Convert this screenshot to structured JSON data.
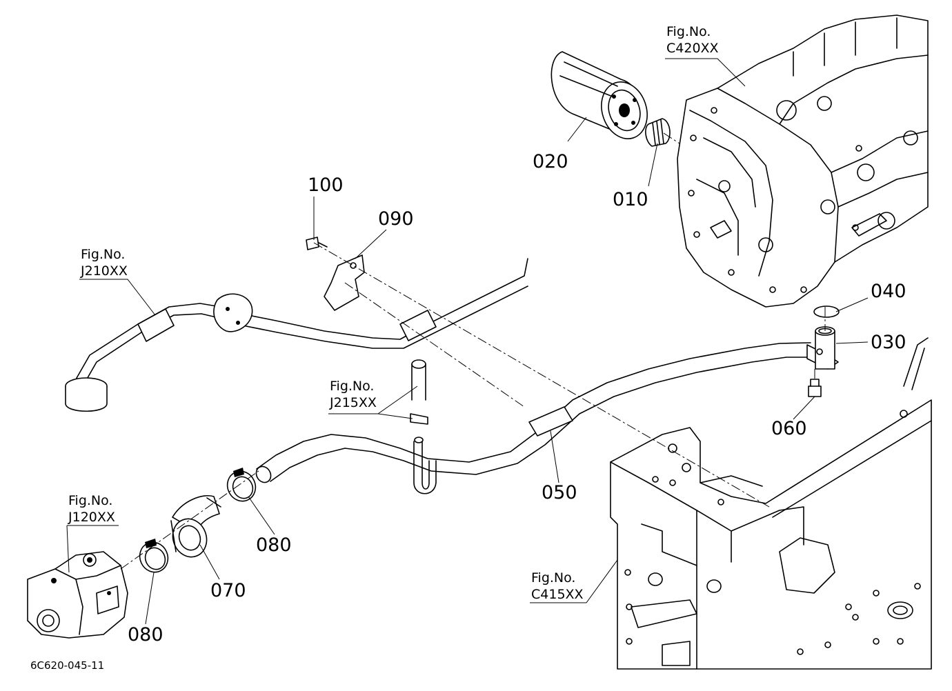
{
  "diagram_code": "6C620-045-11",
  "part_labels": {
    "p010": "010",
    "p020": "020",
    "p030": "030",
    "p040": "040",
    "p050": "050",
    "p060": "060",
    "p070": "070",
    "p080a": "080",
    "p080b": "080",
    "p090": "090",
    "p100": "100"
  },
  "figure_refs": {
    "c420": {
      "line1": "Fig.No.",
      "line2": "C420XX"
    },
    "j210": {
      "line1": "Fig.No.",
      "line2": "J210XX"
    },
    "j215": {
      "line1": "Fig.No.",
      "line2": "J215XX"
    },
    "j120": {
      "line1": "Fig.No.",
      "line2": "J120XX"
    },
    "c415": {
      "line1": "Fig.No.",
      "line2": "C415XX"
    }
  }
}
